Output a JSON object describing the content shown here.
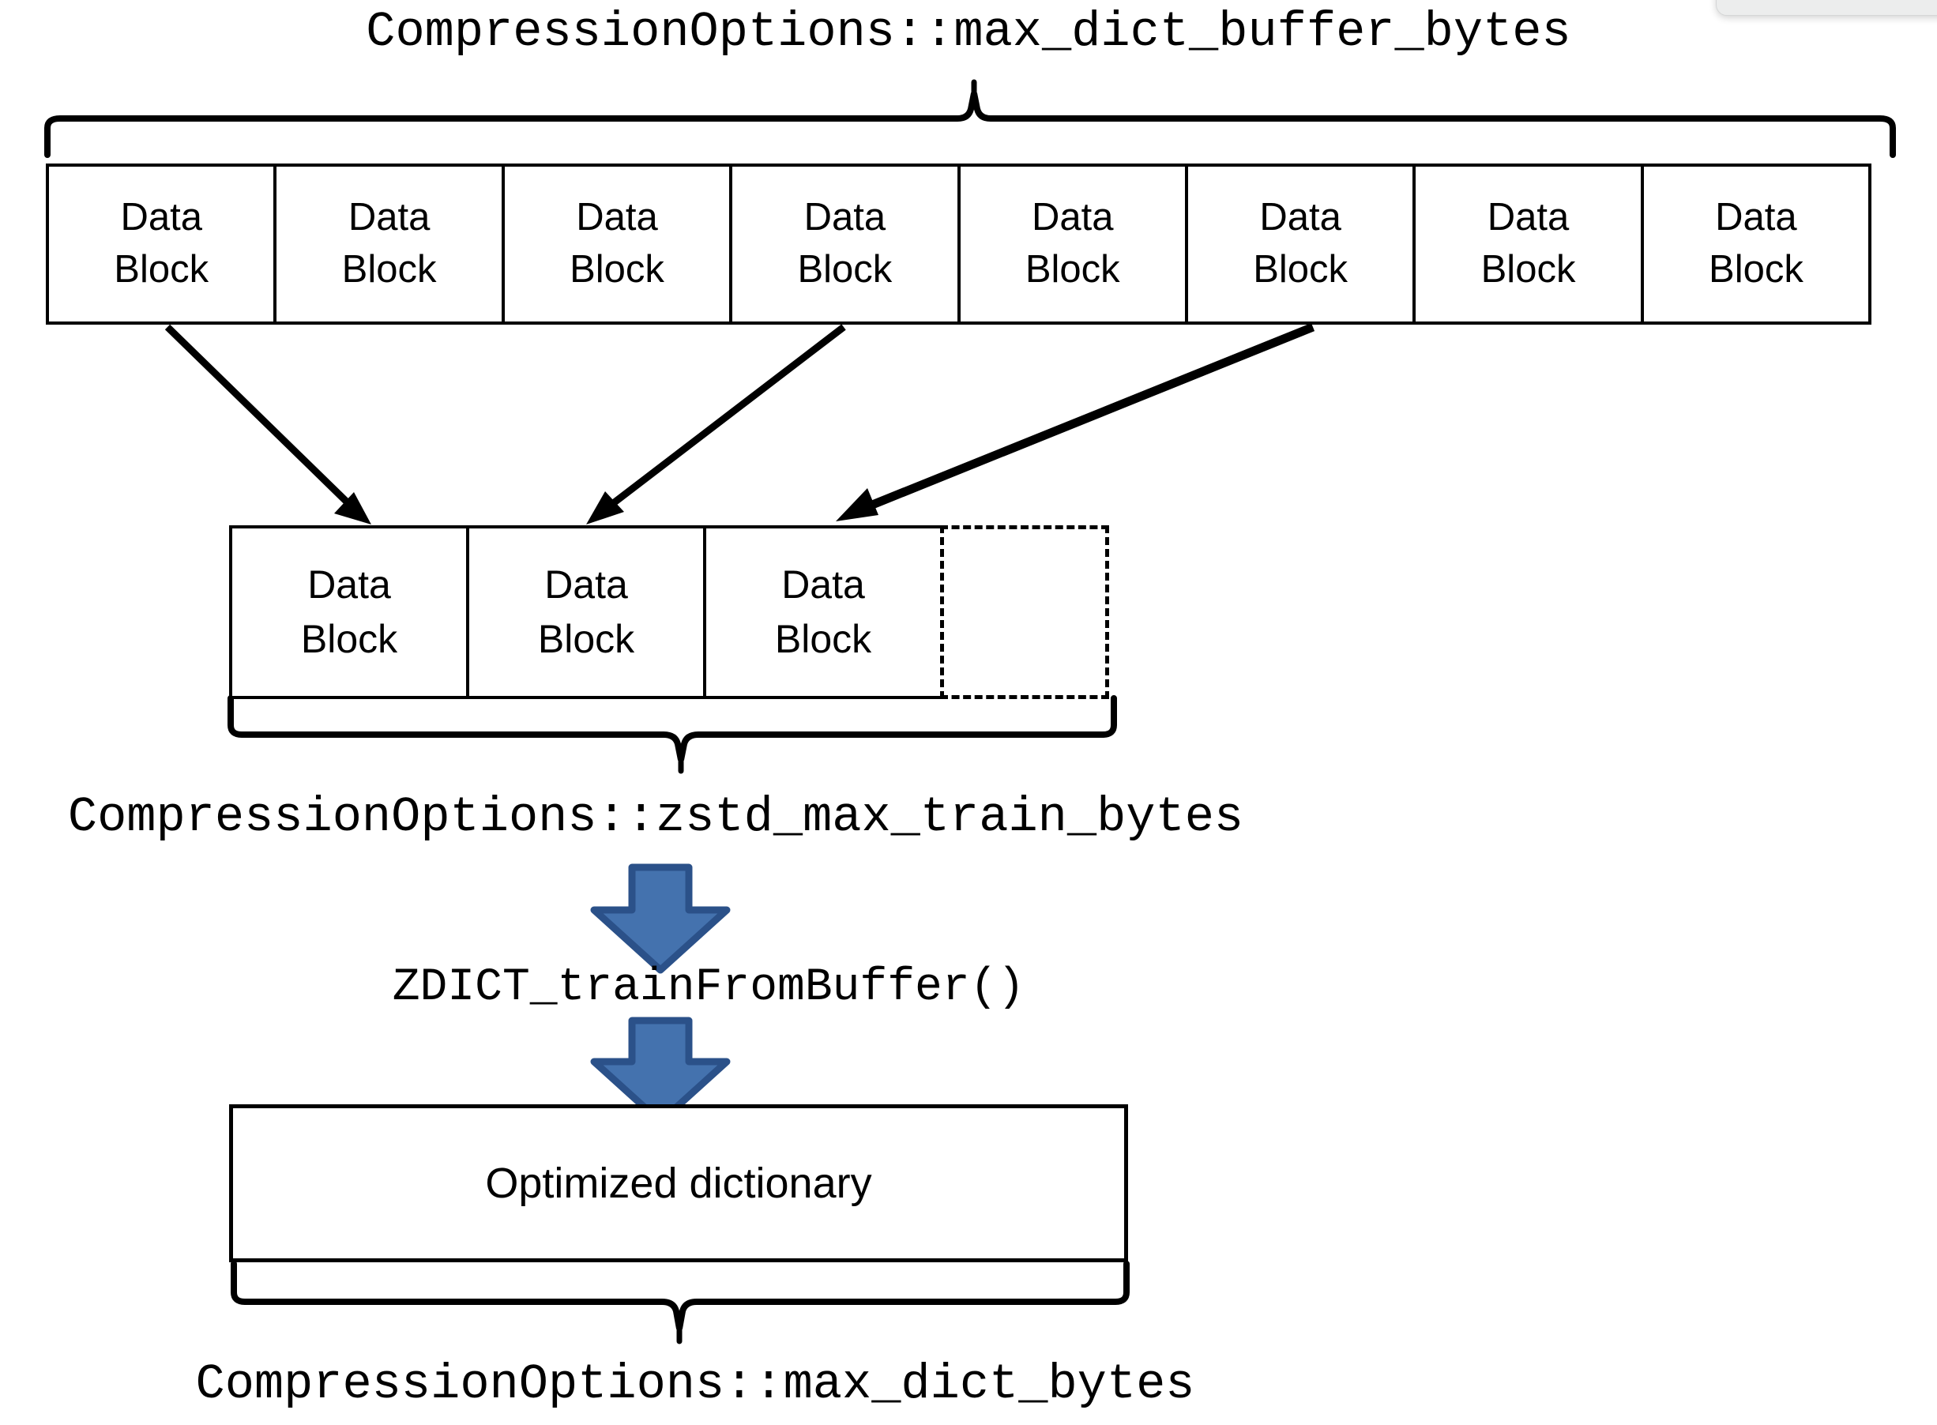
{
  "diagram": {
    "title_label": "CompressionOptions::max_dict_buffer_bytes",
    "mid_label": "CompressionOptions::zstd_max_train_bytes",
    "function_label": "ZDICT_trainFromBuffer()",
    "bottom_label": "CompressionOptions::max_dict_bytes",
    "dictionary_box_label": "Optimized dictionary",
    "block_line1": "Data",
    "block_line2": "Block",
    "top_row_blocks": [
      {
        "line1": "Data",
        "line2": "Block"
      },
      {
        "line1": "Data",
        "line2": "Block"
      },
      {
        "line1": "Data",
        "line2": "Block"
      },
      {
        "line1": "Data",
        "line2": "Block"
      },
      {
        "line1": "Data",
        "line2": "Block"
      },
      {
        "line1": "Data",
        "line2": "Block"
      },
      {
        "line1": "Data",
        "line2": "Block"
      },
      {
        "line1": "Data",
        "line2": "Block"
      }
    ],
    "mid_row_blocks": [
      {
        "line1": "Data",
        "line2": "Block"
      },
      {
        "line1": "Data",
        "line2": "Block"
      },
      {
        "line1": "Data",
        "line2": "Block"
      }
    ],
    "placeholder_block": {
      "line1": "",
      "line2": ""
    },
    "colors": {
      "stroke": "#000000",
      "background": "#ffffff",
      "arrow_fill": "#4472AE",
      "arrow_stroke": "#2B5189",
      "popup_fill": "#ECEDED"
    },
    "icons": {
      "down_arrow_1": "down-arrow-icon",
      "down_arrow_2": "down-arrow-icon",
      "sample_arrow_1": "diagonal-arrow-icon",
      "sample_arrow_2": "diagonal-arrow-icon",
      "sample_arrow_3": "diagonal-arrow-icon",
      "brace_top": "curly-brace-icon",
      "brace_mid": "curly-brace-icon",
      "brace_bottom": "curly-brace-icon"
    }
  }
}
